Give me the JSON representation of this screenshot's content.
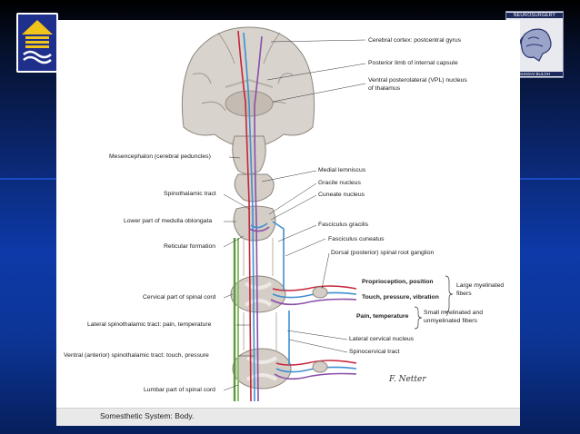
{
  "logos": {
    "left_name": "university-crest",
    "right_title": "NEUROSURGERY",
    "right_subtitle": "SUNGAI BULOH"
  },
  "caption": "Somesthetic System: Body.",
  "signature": "F. Netter",
  "labels": {
    "cortex": "Cerebral cortex: postcentral gyrus",
    "internal_capsule": "Posterior limb of internal capsule",
    "vpl_1": "Ventral posterolateral (VPL) nucleus",
    "vpl_2": "of thalamus",
    "mesencephalon": "Mesencephalon (cerebral peduncles)",
    "medial_lemniscus": "Medial lemniscus",
    "gracile_nucleus": "Gracile nucleus",
    "spinothalamic_tract": "Spinothalamic tract",
    "cuneate_nucleus": "Cuneate nucleus",
    "medulla": "Lower part of medulla oblongata",
    "fasciculus_gracilis": "Fasciculus gracilis",
    "reticular_formation": "Reticular formation",
    "fasciculus_cuneatus": "Fasciculus cuneatus",
    "dorsal_root_ganglion": "Dorsal (posterior) spinal root ganglion",
    "proprioception": "Proprioception, position",
    "large_fibers_1": "Large myelinated",
    "large_fibers_2": "fibers",
    "cervical_cord": "Cervical part of spinal cord",
    "touch": "Touch, pressure, vibration",
    "small_fibers_1": "Small myelinated and",
    "small_fibers_2": "unmyelinated fibers",
    "pain": "Pain, temperature",
    "lateral_tract": "Lateral spinothalamic tract: pain, temperature",
    "lateral_cervical_nucleus": "Lateral cervical nucleus",
    "spinocervical_tract": "Spinocervical tract",
    "ventral_tract": "Ventral (anterior) spinothalamic tract: touch, pressure",
    "lumbar_cord": "Lumbar part of spinal cord"
  },
  "colors": {
    "pathway_red": "#c8243a",
    "pathway_blue": "#3f8fd0",
    "pathway_purple": "#8a4fa8",
    "pathway_green": "#5c9a3e",
    "tissue": "#cfcac4"
  }
}
